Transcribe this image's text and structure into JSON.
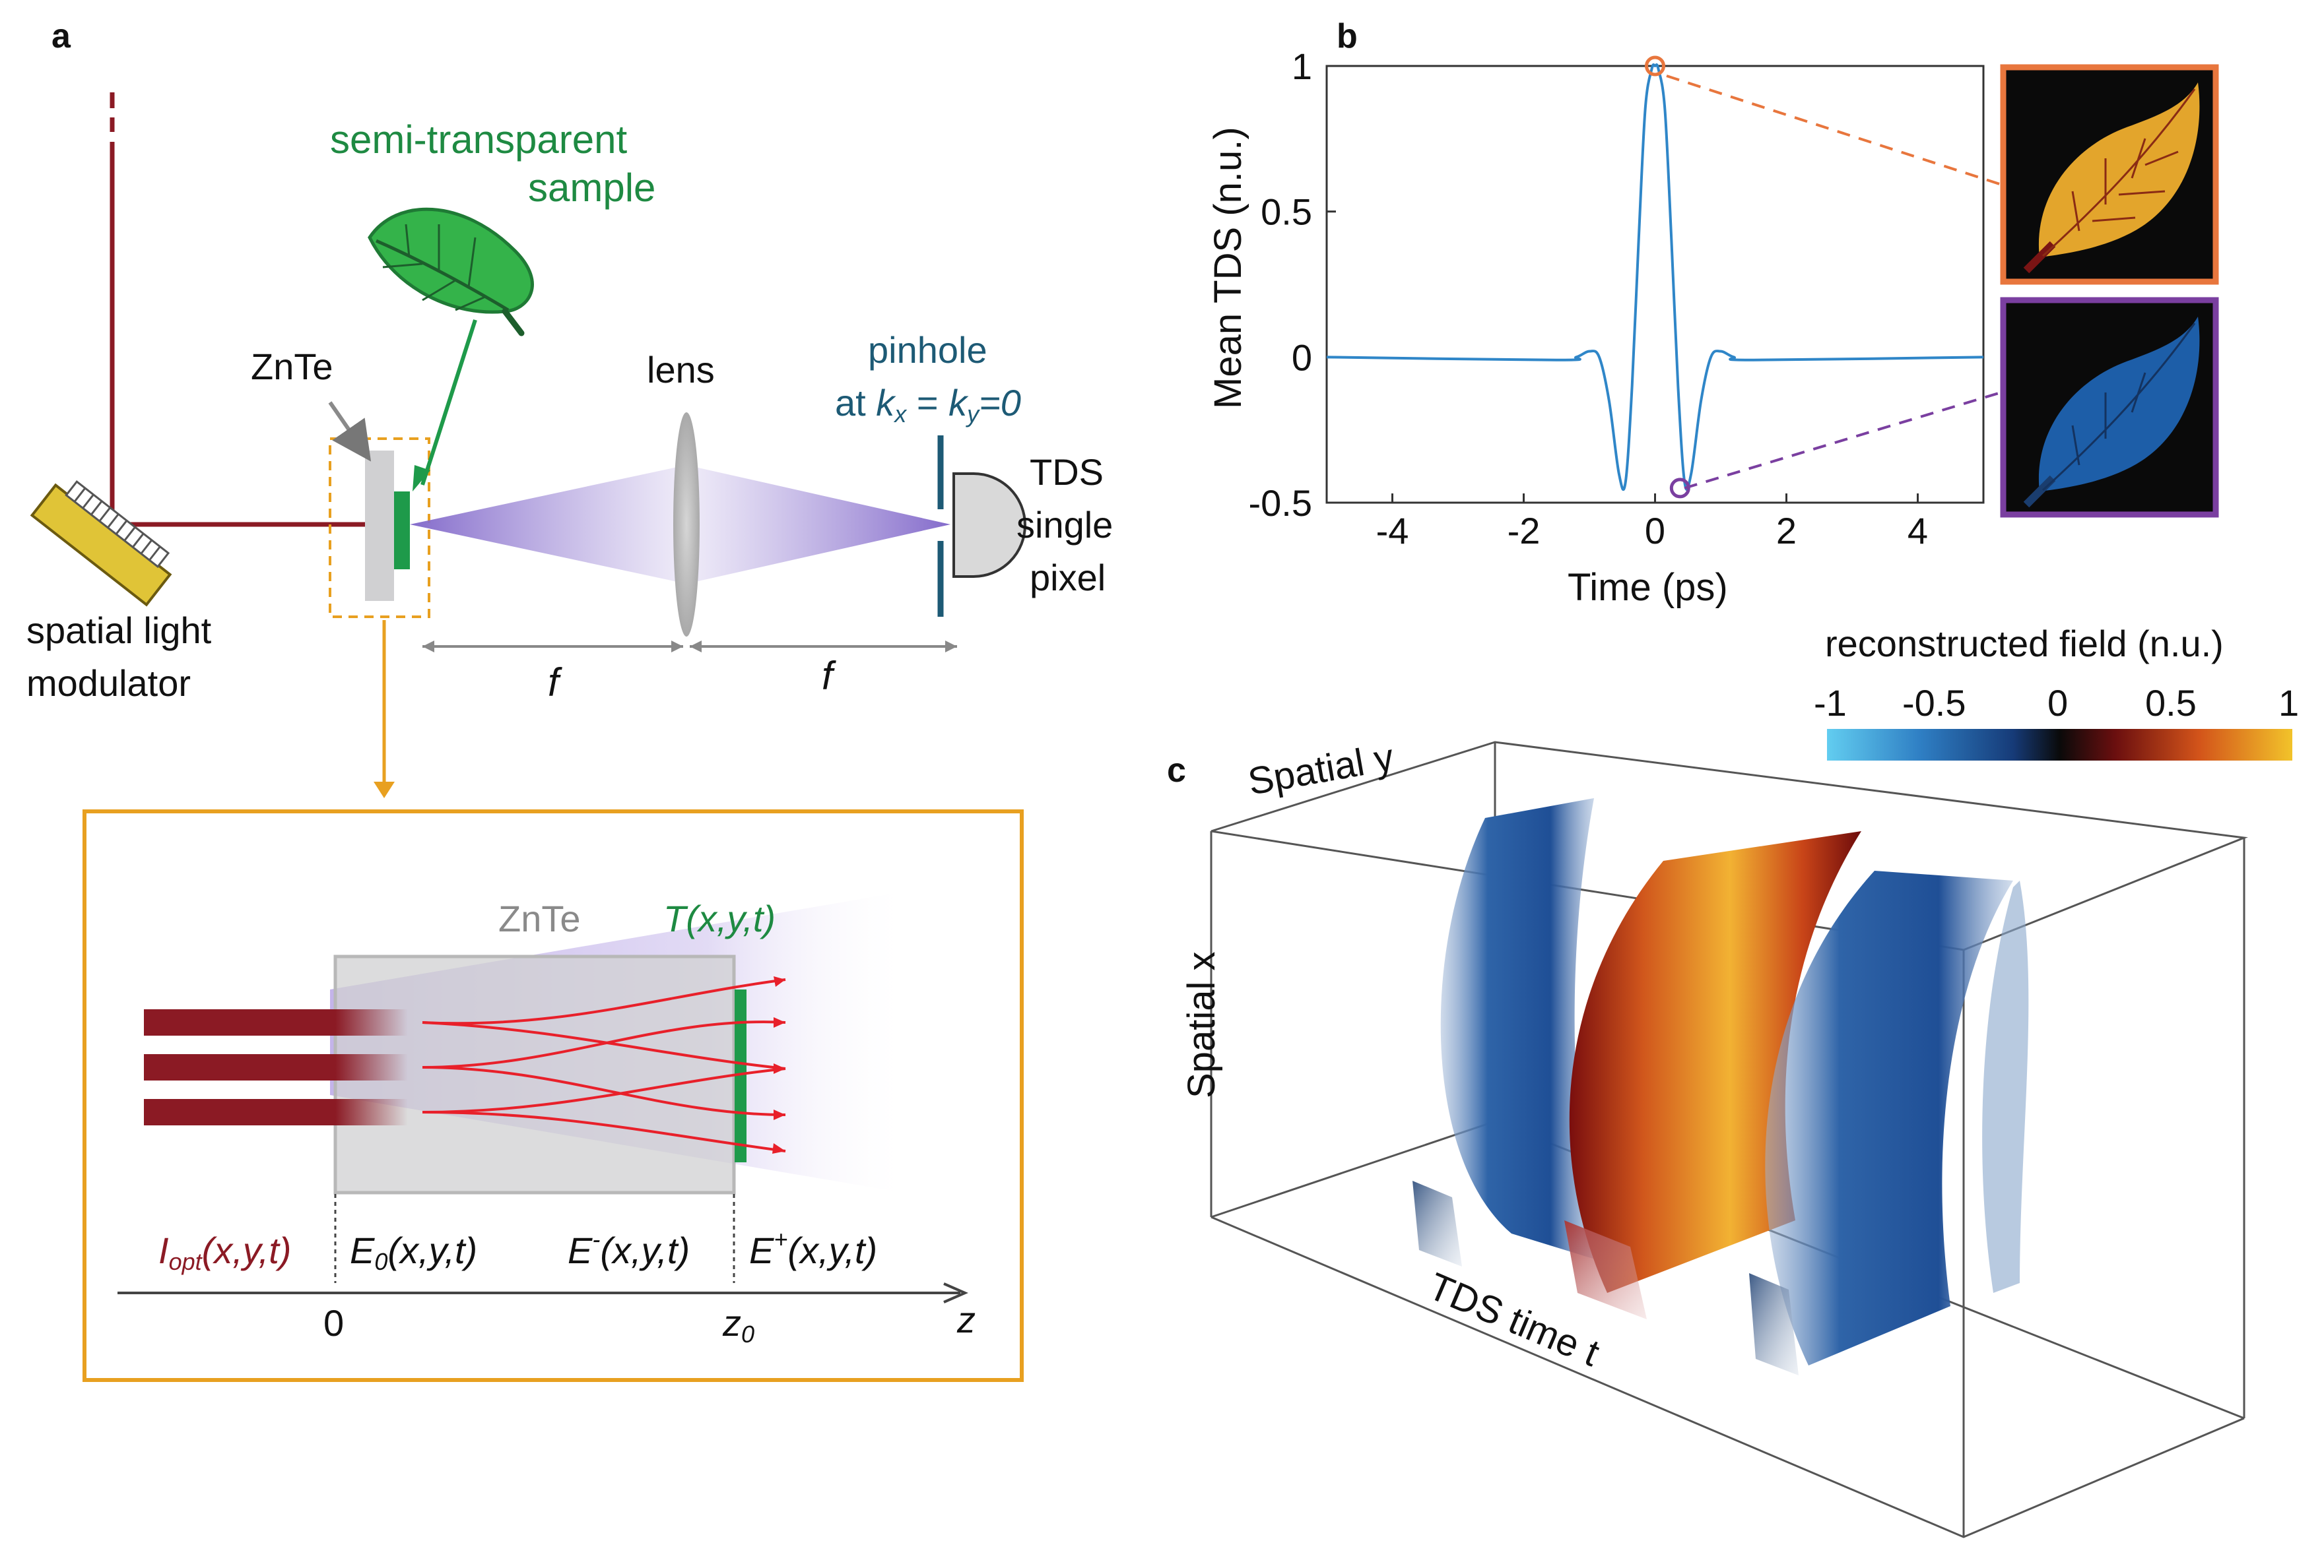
{
  "panel_a": {
    "label": "a",
    "leaf_caption_1": "semi-transparent",
    "leaf_caption_2": "sample",
    "znte_label": "ZnTe",
    "lens_label": "lens",
    "pinhole_line1": "pinhole",
    "pinhole_line2_prefix": "at ",
    "pinhole_kx": "k",
    "pinhole_kx_sub": "x",
    "pinhole_eq": " = ",
    "pinhole_ky": "k",
    "pinhole_ky_sub": "y",
    "pinhole_tail": "=0",
    "detector_line1": "TDS",
    "detector_line2": "single",
    "detector_line3": "pixel",
    "slm_line1": "spatial light",
    "slm_line2": "modulator",
    "f_left": "f",
    "f_right": "f"
  },
  "inset": {
    "crystal_label": "ZnTe",
    "transmission_label": "T(x,y,t)",
    "iopt_main": "I",
    "iopt_sub": "opt",
    "iopt_tail": "(x,y,t)",
    "e0_main": "E",
    "e0_sub": "0",
    "e0_tail": "(x,y,t)",
    "eminus_main": "E",
    "eminus_sup": "-",
    "eminus_tail": "(x,y,t)",
    "eplus_main": "E",
    "eplus_sup": "+",
    "eplus_tail": "(x,y,t)",
    "axis_zero": "0",
    "axis_z0_main": "z",
    "axis_z0_sub": "0",
    "axis_z": "z"
  },
  "panel_b": {
    "label": "b",
    "xlabel": "Time (ps)",
    "ylabel": "Mean TDS (n.u.)"
  },
  "chart_data": {
    "type": "line",
    "title": "",
    "xlabel": "Time (ps)",
    "ylabel": "Mean TDS (n.u.)",
    "xlim": [
      -5,
      5
    ],
    "ylim": [
      -0.5,
      1
    ],
    "xticks": [
      -4,
      -2,
      0,
      2,
      4
    ],
    "yticks": [
      -0.5,
      0,
      0.5,
      1
    ],
    "ytick_labels": [
      "-0.5",
      "0",
      "0.5",
      "1"
    ],
    "grid": false,
    "line_color": "#2f86c8",
    "series": [
      {
        "x": [
          -5,
          -1.5,
          -1.2,
          -1.0,
          -0.85,
          -0.7,
          -0.55,
          -0.45,
          -0.35,
          -0.25,
          -0.15,
          -0.05,
          0.0,
          0.05,
          0.15,
          0.25,
          0.35,
          0.45,
          0.55,
          0.7,
          0.85,
          1.0,
          1.2,
          1.5,
          5
        ],
        "y": [
          0,
          -0.01,
          0.0,
          0.02,
          0.0,
          -0.15,
          -0.4,
          -0.43,
          -0.1,
          0.4,
          0.85,
          0.99,
          1.0,
          0.99,
          0.85,
          0.4,
          -0.1,
          -0.43,
          -0.4,
          -0.15,
          0.0,
          0.02,
          0.0,
          -0.01,
          0
        ]
      }
    ],
    "markers": [
      {
        "x": 0.0,
        "y": 1.0,
        "color": "#e8763d"
      },
      {
        "x": 0.38,
        "y": -0.45,
        "color": "#7a3fa0"
      }
    ]
  },
  "panel_c": {
    "label": "c",
    "axis_y": "Spatial y",
    "axis_x": "Spatial x",
    "axis_t": "TDS time t",
    "colorbar_title": "reconstructed field (n.u.)",
    "colorbar_ticks": [
      "-1",
      "-0.5",
      "0",
      "0.5",
      "1"
    ]
  },
  "colors": {
    "beam_red": "#8b1a24",
    "znte_gray": "#d0d0d2",
    "sample_green": "#1e9a4a",
    "accent_orange": "#e8a020",
    "thz_purple": "#9b85d6",
    "pinhole_teal": "#1d5a75",
    "ray_red": "#e8202a"
  }
}
